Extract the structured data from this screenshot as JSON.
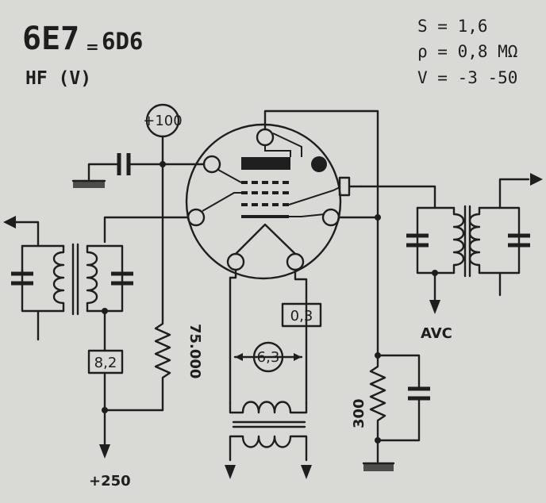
{
  "header": {
    "tube_primary": "6E7",
    "separator": "=",
    "tube_equivalent": "6D6",
    "function_label": "HF (V)"
  },
  "parameters": {
    "transconductance": "S = 1,6",
    "resistance": "ρ = 0,8 MΩ",
    "voltage": "V = -3 -50"
  },
  "labels": {
    "screen_supply": "+100",
    "anode_supply": "+250",
    "agc": "AVC",
    "series_resistor": "75.000",
    "filament_voltage": "6,3",
    "filament_current": "0,3",
    "decoupling_resistor": "8,2",
    "cathode_resistor": "300"
  },
  "colors": {
    "paper": "#d9d9d5",
    "ink": "#1e1e1e"
  }
}
